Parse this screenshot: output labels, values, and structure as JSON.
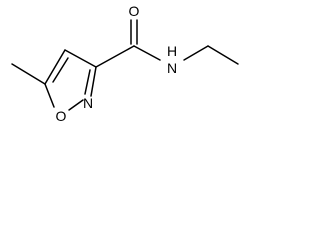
{
  "molecule": {
    "atoms": {
      "carbonyl_oxygen": "O",
      "amide_nitrogen": "N",
      "amide_hydrogen": "H",
      "ring_nitrogen": "N",
      "ring_oxygen": "O"
    }
  }
}
